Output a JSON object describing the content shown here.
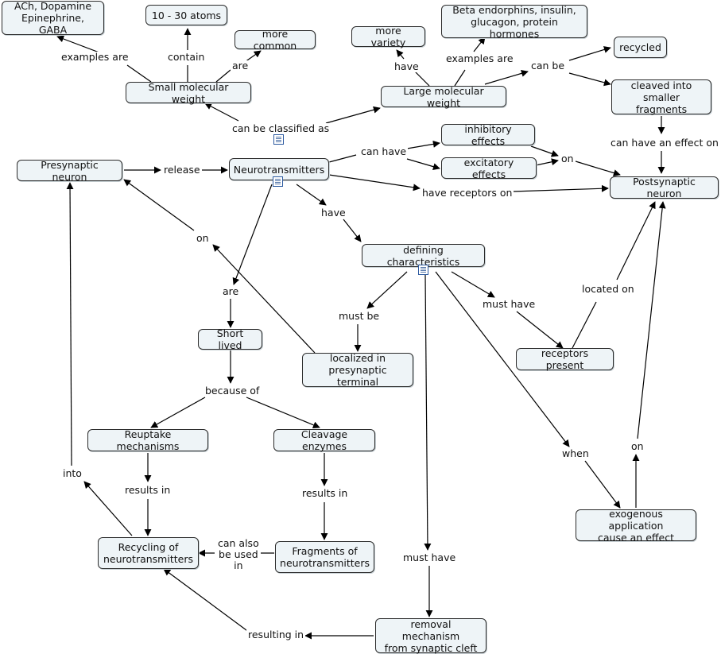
{
  "nodes": {
    "ach": "ACh, Dopamine\nEpinephrine, GABA",
    "atoms": "10 - 30 atoms",
    "more_common": "more common",
    "small_mw": "Small molecular weight",
    "more_variety": "more variety",
    "beta": "Beta endorphins, insulin,\nglucagon, protein hormones",
    "large_mw": "Large molecular weight",
    "recycled": "recycled",
    "cleaved": "cleaved into\nsmaller fragments",
    "presynaptic": "Presynaptic neuron",
    "neurotransmitters": "Neurotransmitters",
    "inhibitory": "inhibitory effects",
    "excitatory": "excitatory effects",
    "postsynaptic": "Postsynaptic neuron",
    "defining": "defining characteristics",
    "short_lived": "Short lived",
    "localized": "localized in\npresynaptic terminal",
    "receptors_present": "receptors present",
    "reuptake": "Reuptake mechanisms",
    "cleavage": "Cleavage enzymes",
    "recycling": "Recycling of\nneurotransmitters",
    "fragments": "Fragments of\nneurotransmitters",
    "exogenous": "exogenous application\ncause an effect",
    "removal": "removal mechanism\nfrom synaptic cleft"
  },
  "links": {
    "examples_are_small": "examples are",
    "contain": "contain",
    "are_small": "are",
    "have_large": "have",
    "examples_are_large": "examples are",
    "can_be": "can be",
    "can_be_classified_as": "can be classified as",
    "can_have_effect_on": "can have an effect on",
    "release": "release",
    "can_have": "can have",
    "on_effects": "on",
    "have_receptors_on": "have receptors on",
    "have_defining": "have",
    "on_localized": "on",
    "are_short": "are",
    "must_be": "must be",
    "must_have_receptors": "must have",
    "located_on": "located on",
    "because_of": "because of",
    "into": "into",
    "results_in_reuptake": "results in",
    "results_in_cleavage": "results in",
    "can_also_be_used_in": "can also\nbe used\nin",
    "when": "when",
    "on_exogenous": "on",
    "must_have_removal": "must have",
    "resulting_in": "resulting in"
  }
}
